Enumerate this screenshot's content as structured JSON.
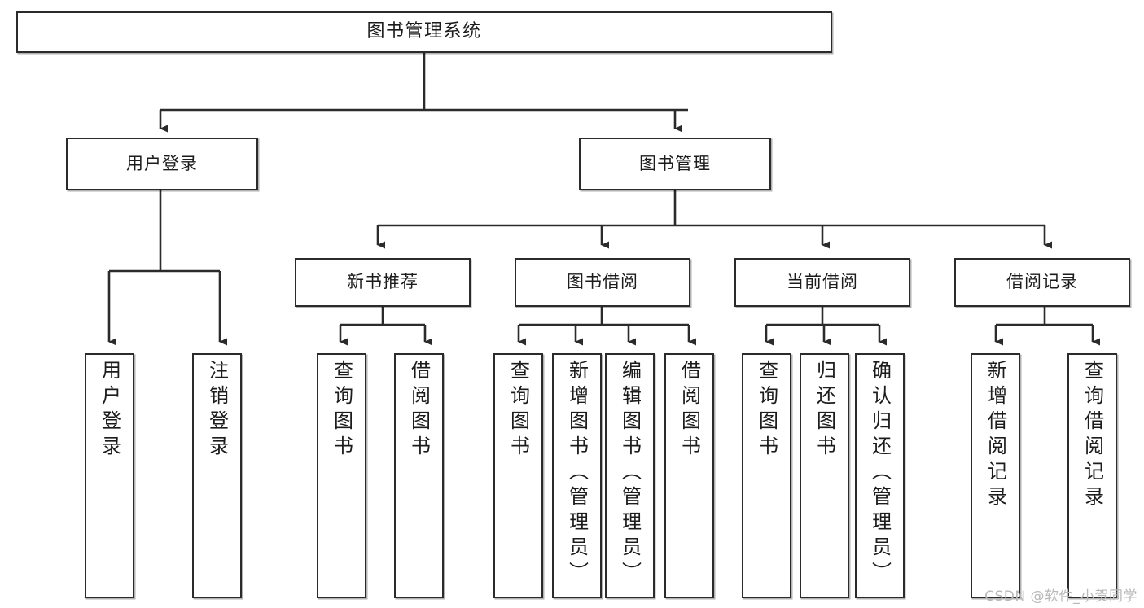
{
  "diagram": {
    "title": "图书管理系统",
    "type": "tree",
    "watermark": "CSDN @软件_小贺同学",
    "colors": {
      "stroke": "#2b2b2b",
      "fill": "#ffffff",
      "text": "#1c1c1c",
      "watermark": "#b9b9b9"
    },
    "levels": {
      "root": {
        "label": "图书管理系统"
      },
      "level2": [
        {
          "key": "user_login",
          "label": "用户登录"
        },
        {
          "key": "book_manage",
          "label": "图书管理"
        }
      ],
      "level3": [
        {
          "key": "new_book_rec",
          "label": "新书推荐"
        },
        {
          "key": "book_borrow",
          "label": "图书借阅"
        },
        {
          "key": "current_borrow",
          "label": "当前借阅"
        },
        {
          "key": "borrow_record",
          "label": "借阅记录"
        }
      ],
      "leaves": {
        "user_login": [
          {
            "label": "用户登录"
          },
          {
            "label": "注销登录"
          }
        ],
        "new_book_rec": [
          {
            "label": "查询图书"
          },
          {
            "label": "借阅图书"
          }
        ],
        "book_borrow": [
          {
            "label": "查询图书"
          },
          {
            "label": "新增图书（管理员）"
          },
          {
            "label": "编辑图书（管理员）"
          },
          {
            "label": "借阅图书"
          }
        ],
        "current_borrow": [
          {
            "label": "查询图书"
          },
          {
            "label": "归还图书"
          },
          {
            "label": "确认归还（管理员）"
          }
        ],
        "borrow_record": [
          {
            "label": "新增借阅记录"
          },
          {
            "label": "查询借阅记录"
          }
        ]
      }
    }
  }
}
